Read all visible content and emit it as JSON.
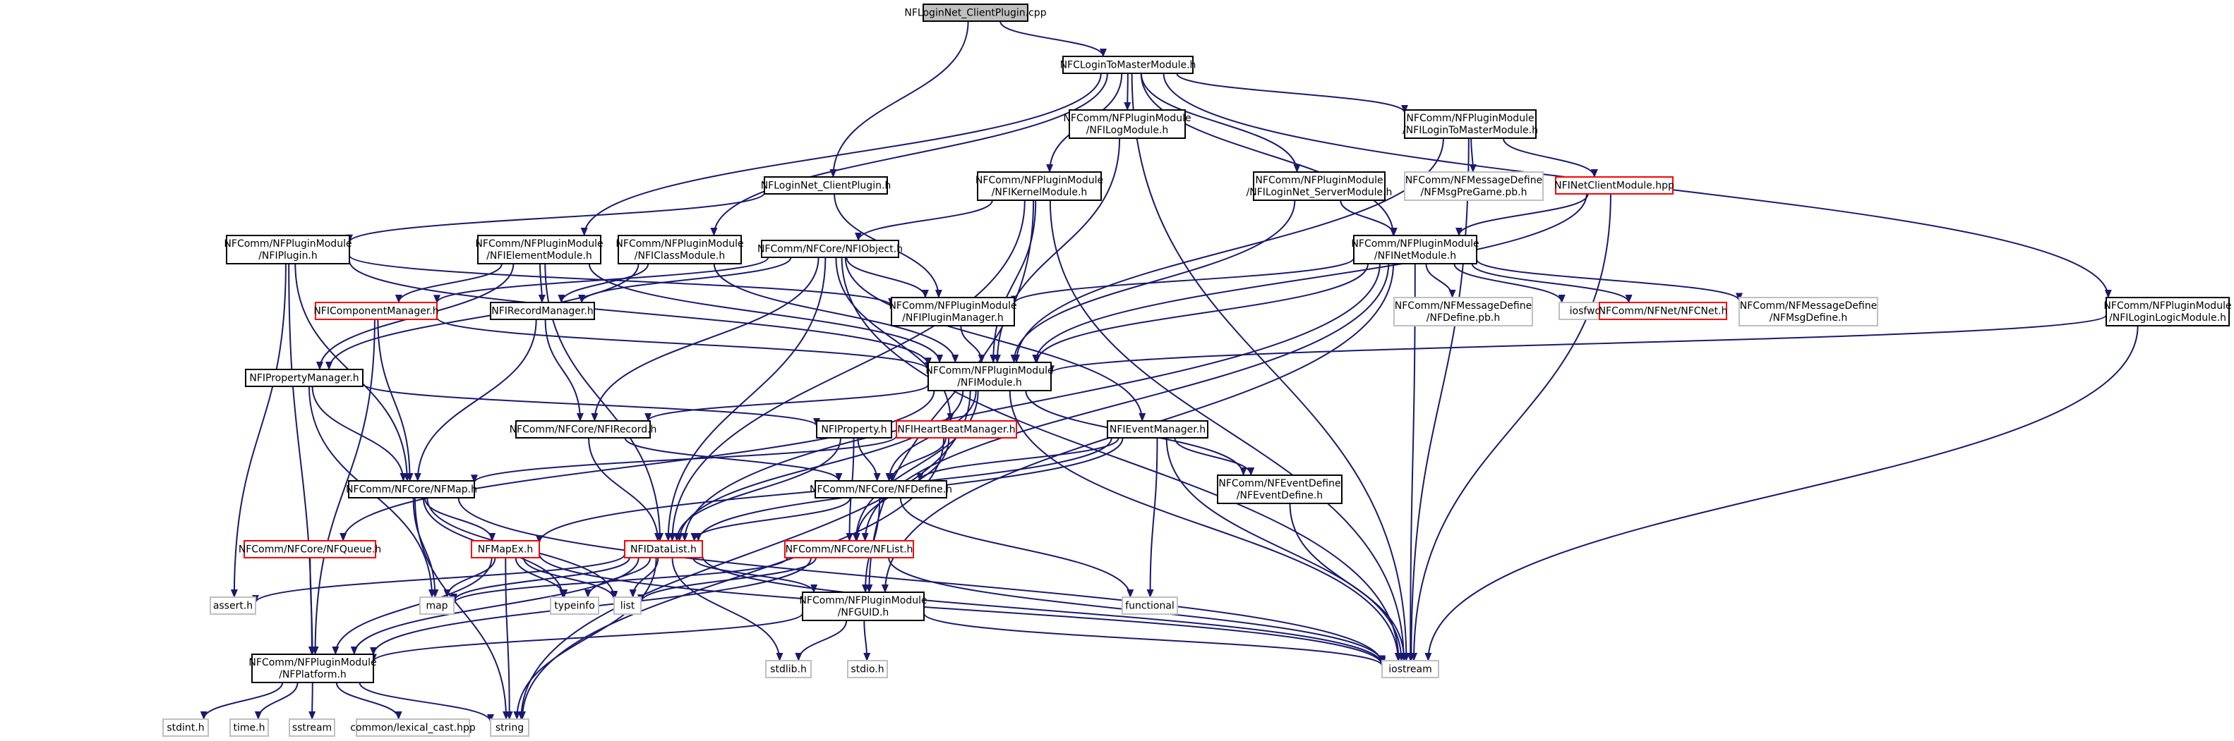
{
  "graph": {
    "colors": {
      "edge": "#191970",
      "documented_border": "#000000",
      "undocumented_border": "#ff0000",
      "system_border": "#bfbfbf",
      "root_fill": "#bfbfbf",
      "text": "#000000"
    },
    "nodes": [
      {
        "id": "root",
        "lines": [
          "NFLoginNet_ClientPlugin.cpp"
        ],
        "kind": "root"
      },
      {
        "id": "login_to_master_h",
        "lines": [
          "NFCLoginToMasterModule.h"
        ],
        "kind": "doc"
      },
      {
        "id": "log_module",
        "lines": [
          "NFComm/NFPluginModule",
          "/NFILogModule.h"
        ],
        "kind": "doc"
      },
      {
        "id": "ilogin_to_master",
        "lines": [
          "NFComm/NFPluginModule",
          "/NFILoginToMasterModule.h"
        ],
        "kind": "doc"
      },
      {
        "id": "client_plugin_h",
        "lines": [
          "NFLoginNet_ClientPlugin.h"
        ],
        "kind": "doc"
      },
      {
        "id": "kernel_module",
        "lines": [
          "NFComm/NFPluginModule",
          "/NFIKernelModule.h"
        ],
        "kind": "doc"
      },
      {
        "id": "server_module",
        "lines": [
          "NFComm/NFPluginModule",
          "/NFILoginNet_ServerModule.h"
        ],
        "kind": "doc"
      },
      {
        "id": "msg_pregame",
        "lines": [
          "NFComm/NFMessageDefine",
          "/NFMsgPreGame.pb.h"
        ],
        "kind": "sys"
      },
      {
        "id": "net_client_hpp",
        "lines": [
          "NFINetClientModule.hpp"
        ],
        "kind": "undoc"
      },
      {
        "id": "iplugin",
        "lines": [
          "NFComm/NFPluginModule",
          "/NFIPlugin.h"
        ],
        "kind": "doc"
      },
      {
        "id": "ielement",
        "lines": [
          "NFComm/NFPluginModule",
          "/NFIElementModule.h"
        ],
        "kind": "doc"
      },
      {
        "id": "iclass",
        "lines": [
          "NFComm/NFPluginModule",
          "/NFIClassModule.h"
        ],
        "kind": "doc"
      },
      {
        "id": "iobject",
        "lines": [
          "NFComm/NFCore/NFIObject.h"
        ],
        "kind": "doc"
      },
      {
        "id": "inet",
        "lines": [
          "NFComm/NFPluginModule",
          "/NFINetModule.h"
        ],
        "kind": "doc"
      },
      {
        "id": "icomponent",
        "lines": [
          "NFIComponentManager.h"
        ],
        "kind": "undoc"
      },
      {
        "id": "irecord_mgr",
        "lines": [
          "NFIRecordManager.h"
        ],
        "kind": "doc"
      },
      {
        "id": "iplugin_mgr",
        "lines": [
          "NFComm/NFPluginModule",
          "/NFIPluginManager.h"
        ],
        "kind": "doc"
      },
      {
        "id": "define_pb",
        "lines": [
          "NFComm/NFMessageDefine",
          "/NFDefine.pb.h"
        ],
        "kind": "sys"
      },
      {
        "id": "iosfwd",
        "lines": [
          "iosfwd"
        ],
        "kind": "sys"
      },
      {
        "id": "cnet",
        "lines": [
          "NFComm/NFNet/NFCNet.h"
        ],
        "kind": "undoc"
      },
      {
        "id": "msg_define",
        "lines": [
          "NFComm/NFMessageDefine",
          "/NFMsgDefine.h"
        ],
        "kind": "sys"
      },
      {
        "id": "ilogin_logic",
        "lines": [
          "NFComm/NFPluginModule",
          "/NFILoginLogicModule.h"
        ],
        "kind": "doc"
      },
      {
        "id": "iproperty_mgr",
        "lines": [
          "NFIPropertyManager.h"
        ],
        "kind": "doc"
      },
      {
        "id": "imodule",
        "lines": [
          "NFComm/NFPluginModule",
          "/NFIModule.h"
        ],
        "kind": "doc"
      },
      {
        "id": "irecord",
        "lines": [
          "NFComm/NFCore/NFIRecord.h"
        ],
        "kind": "doc"
      },
      {
        "id": "iproperty",
        "lines": [
          "NFIProperty.h"
        ],
        "kind": "doc"
      },
      {
        "id": "iheartbeat",
        "lines": [
          "NFIHeartBeatManager.h"
        ],
        "kind": "undoc"
      },
      {
        "id": "ievent_mgr",
        "lines": [
          "NFIEventManager.h"
        ],
        "kind": "doc"
      },
      {
        "id": "map_h",
        "lines": [
          "NFComm/NFCore/NFMap.h"
        ],
        "kind": "doc"
      },
      {
        "id": "nfdefine",
        "lines": [
          "NFComm/NFCore/NFDefine.h"
        ],
        "kind": "doc"
      },
      {
        "id": "event_define",
        "lines": [
          "NFComm/NFEventDefine",
          "/NFEventDefine.h"
        ],
        "kind": "doc"
      },
      {
        "id": "queue_h",
        "lines": [
          "NFComm/NFCore/NFQueue.h"
        ],
        "kind": "undoc"
      },
      {
        "id": "mapex",
        "lines": [
          "NFMapEx.h"
        ],
        "kind": "undoc"
      },
      {
        "id": "idatalist",
        "lines": [
          "NFIDataList.h"
        ],
        "kind": "undoc"
      },
      {
        "id": "nflist",
        "lines": [
          "NFComm/NFCore/NFList.h"
        ],
        "kind": "undoc"
      },
      {
        "id": "assert",
        "lines": [
          "assert.h"
        ],
        "kind": "sys"
      },
      {
        "id": "map",
        "lines": [
          "map"
        ],
        "kind": "sys"
      },
      {
        "id": "typeinfo",
        "lines": [
          "typeinfo"
        ],
        "kind": "sys"
      },
      {
        "id": "list",
        "lines": [
          "list"
        ],
        "kind": "sys"
      },
      {
        "id": "functional",
        "lines": [
          "functional"
        ],
        "kind": "sys"
      },
      {
        "id": "guid",
        "lines": [
          "NFComm/NFPluginModule",
          "/NFGUID.h"
        ],
        "kind": "doc"
      },
      {
        "id": "iostream",
        "lines": [
          "iostream"
        ],
        "kind": "sys"
      },
      {
        "id": "platform",
        "lines": [
          "NFComm/NFPluginModule",
          "/NFPlatform.h"
        ],
        "kind": "doc"
      },
      {
        "id": "stdlib",
        "lines": [
          "stdlib.h"
        ],
        "kind": "sys"
      },
      {
        "id": "stdio",
        "lines": [
          "stdio.h"
        ],
        "kind": "sys"
      },
      {
        "id": "stdint",
        "lines": [
          "stdint.h"
        ],
        "kind": "sys"
      },
      {
        "id": "time",
        "lines": [
          "time.h"
        ],
        "kind": "sys"
      },
      {
        "id": "sstream",
        "lines": [
          "sstream"
        ],
        "kind": "sys"
      },
      {
        "id": "lexical_cast",
        "lines": [
          "common/lexical_cast.hpp"
        ],
        "kind": "sys"
      },
      {
        "id": "string",
        "lines": [
          "string"
        ],
        "kind": "sys"
      }
    ],
    "edges": [
      [
        "root",
        "login_to_master_h"
      ],
      [
        "root",
        "client_plugin_h"
      ],
      [
        "login_to_master_h",
        "log_module"
      ],
      [
        "login_to_master_h",
        "ilogin_to_master"
      ],
      [
        "login_to_master_h",
        "kernel_module"
      ],
      [
        "login_to_master_h",
        "server_module"
      ],
      [
        "login_to_master_h",
        "ilogin_logic"
      ],
      [
        "login_to_master_h",
        "ielement"
      ],
      [
        "login_to_master_h",
        "iclass"
      ],
      [
        "login_to_master_h",
        "inet"
      ],
      [
        "login_to_master_h",
        "iostream"
      ],
      [
        "client_plugin_h",
        "iplugin"
      ],
      [
        "client_plugin_h",
        "iplugin_mgr"
      ],
      [
        "log_module",
        "imodule"
      ],
      [
        "ilogin_to_master",
        "msg_pregame"
      ],
      [
        "ilogin_to_master",
        "net_client_hpp"
      ],
      [
        "ilogin_to_master",
        "imodule"
      ],
      [
        "ilogin_to_master",
        "iostream"
      ],
      [
        "kernel_module",
        "iobject"
      ],
      [
        "kernel_module",
        "imodule"
      ],
      [
        "kernel_module",
        "guid"
      ],
      [
        "kernel_module",
        "idatalist"
      ],
      [
        "kernel_module",
        "iostream"
      ],
      [
        "server_module",
        "inet"
      ],
      [
        "server_module",
        "imodule"
      ],
      [
        "net_client_hpp",
        "inet"
      ],
      [
        "net_client_hpp",
        "imodule"
      ],
      [
        "net_client_hpp",
        "iostream"
      ],
      [
        "iplugin",
        "imodule"
      ],
      [
        "iplugin",
        "iplugin_mgr"
      ],
      [
        "iplugin",
        "map_h"
      ],
      [
        "iplugin",
        "platform"
      ],
      [
        "iplugin",
        "assert"
      ],
      [
        "ielement",
        "icomponent"
      ],
      [
        "ielement",
        "irecord_mgr"
      ],
      [
        "ielement",
        "iproperty_mgr"
      ],
      [
        "ielement",
        "imodule"
      ],
      [
        "ielement",
        "idatalist"
      ],
      [
        "iclass",
        "irecord_mgr"
      ],
      [
        "iclass",
        "iproperty_mgr"
      ],
      [
        "iclass",
        "imodule"
      ],
      [
        "iobject",
        "icomponent"
      ],
      [
        "iobject",
        "irecord_mgr"
      ],
      [
        "iobject",
        "iplugin_mgr"
      ],
      [
        "iobject",
        "irecord"
      ],
      [
        "iobject",
        "iheartbeat"
      ],
      [
        "iobject",
        "ievent_mgr"
      ],
      [
        "iobject",
        "idatalist"
      ],
      [
        "iobject",
        "iostream"
      ],
      [
        "inet",
        "iplugin_mgr"
      ],
      [
        "inet",
        "imodule"
      ],
      [
        "inet",
        "define_pb"
      ],
      [
        "inet",
        "iosfwd"
      ],
      [
        "inet",
        "cnet"
      ],
      [
        "inet",
        "msg_define"
      ],
      [
        "inet",
        "guid"
      ],
      [
        "inet",
        "iostream"
      ],
      [
        "inet",
        "idatalist"
      ],
      [
        "inet",
        "nflist"
      ],
      [
        "icomponent",
        "imodule"
      ],
      [
        "icomponent",
        "map_h"
      ],
      [
        "icomponent",
        "platform"
      ],
      [
        "irecord_mgr",
        "irecord"
      ],
      [
        "irecord_mgr",
        "map_h"
      ],
      [
        "iplugin_mgr",
        "imodule"
      ],
      [
        "ilogin_logic",
        "imodule"
      ],
      [
        "ilogin_logic",
        "iostream"
      ],
      [
        "iproperty_mgr",
        "iproperty"
      ],
      [
        "iproperty_mgr",
        "map_h"
      ],
      [
        "iproperty_mgr",
        "map"
      ],
      [
        "imodule",
        "irecord"
      ],
      [
        "imodule",
        "nfdefine"
      ],
      [
        "imodule",
        "idatalist"
      ],
      [
        "imodule",
        "nflist"
      ],
      [
        "imodule",
        "queue_h"
      ],
      [
        "imodule",
        "event_define"
      ],
      [
        "imodule",
        "string"
      ],
      [
        "imodule",
        "iostream"
      ],
      [
        "irecord",
        "idatalist"
      ],
      [
        "irecord",
        "nfdefine"
      ],
      [
        "iproperty",
        "nfdefine"
      ],
      [
        "iproperty",
        "idatalist"
      ],
      [
        "iproperty",
        "nflist"
      ],
      [
        "iheartbeat",
        "map_h"
      ],
      [
        "iheartbeat",
        "nfdefine"
      ],
      [
        "iheartbeat",
        "nflist"
      ],
      [
        "iheartbeat",
        "string"
      ],
      [
        "ievent_mgr",
        "nfdefine"
      ],
      [
        "ievent_mgr",
        "event_define"
      ],
      [
        "ievent_mgr",
        "mapex"
      ],
      [
        "ievent_mgr",
        "idatalist"
      ],
      [
        "ievent_mgr",
        "functional"
      ],
      [
        "ievent_mgr",
        "iostream"
      ],
      [
        "map_h",
        "mapex"
      ],
      [
        "map_h",
        "map"
      ],
      [
        "map_h",
        "list"
      ],
      [
        "map_h",
        "typeinfo"
      ],
      [
        "map_h",
        "string"
      ],
      [
        "map_h",
        "iostream"
      ],
      [
        "nfdefine",
        "idatalist"
      ],
      [
        "nfdefine",
        "functional"
      ],
      [
        "nfdefine",
        "guid"
      ],
      [
        "event_define",
        "iostream"
      ],
      [
        "queue_h",
        "platform"
      ],
      [
        "mapex",
        "map"
      ],
      [
        "mapex",
        "list"
      ],
      [
        "mapex",
        "typeinfo"
      ],
      [
        "mapex",
        "string"
      ],
      [
        "mapex",
        "platform"
      ],
      [
        "mapex",
        "iostream"
      ],
      [
        "idatalist",
        "guid"
      ],
      [
        "idatalist",
        "map"
      ],
      [
        "idatalist",
        "list"
      ],
      [
        "idatalist",
        "typeinfo"
      ],
      [
        "idatalist",
        "assert"
      ],
      [
        "idatalist",
        "string"
      ],
      [
        "idatalist",
        "stdlib"
      ],
      [
        "idatalist",
        "platform"
      ],
      [
        "idatalist",
        "iostream"
      ],
      [
        "nflist",
        "list"
      ],
      [
        "nflist",
        "map"
      ],
      [
        "nflist",
        "platform"
      ],
      [
        "nflist",
        "iostream"
      ],
      [
        "guid",
        "stdlib"
      ],
      [
        "guid",
        "stdio"
      ],
      [
        "guid",
        "iostream"
      ],
      [
        "guid",
        "platform"
      ],
      [
        "platform",
        "stdint"
      ],
      [
        "platform",
        "time"
      ],
      [
        "platform",
        "sstream"
      ],
      [
        "platform",
        "lexical_cast"
      ],
      [
        "platform",
        "string"
      ]
    ]
  }
}
